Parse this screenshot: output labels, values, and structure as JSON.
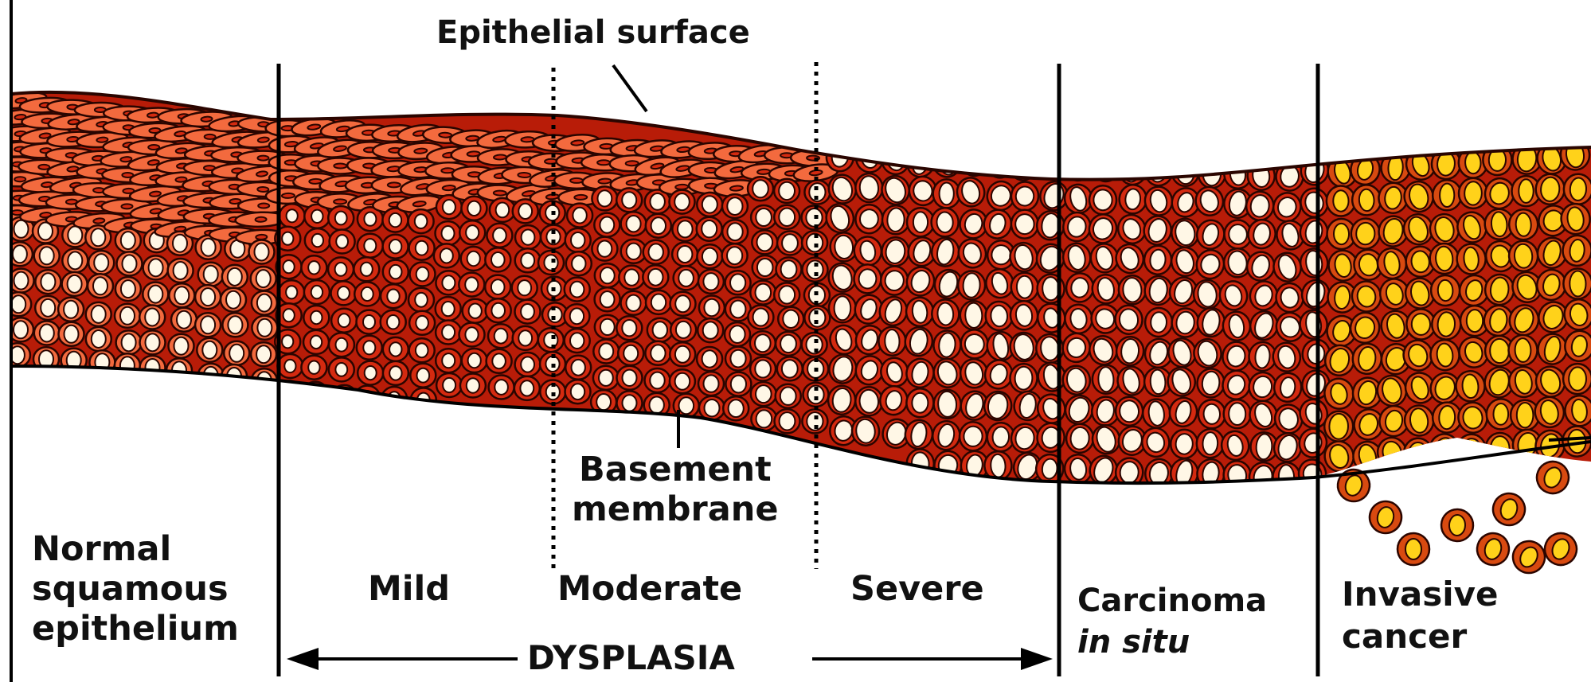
{
  "labels": {
    "epithelial_surface": "Epithelial surface",
    "basement_line1": "Basement",
    "basement_line2": "membrane",
    "normal_line1": "Normal",
    "normal_line2": "squamous",
    "normal_line3": "epithelium",
    "mild": "Mild",
    "moderate": "Moderate",
    "severe": "Severe",
    "cis_line1": "Carcinoma",
    "cis_line2": "in situ",
    "invasive_line1": "Invasive",
    "invasive_line2": "cancer",
    "dysplasia": "DYSPLASIA"
  },
  "colors": {
    "cell_red": "#d42a10",
    "cell_outline": "#2a0500",
    "normal_fill": "#f36a3e",
    "nucleus_pale": "#fff7e6",
    "nucleus_yellow": "#ffd21a",
    "line": "#000000"
  }
}
